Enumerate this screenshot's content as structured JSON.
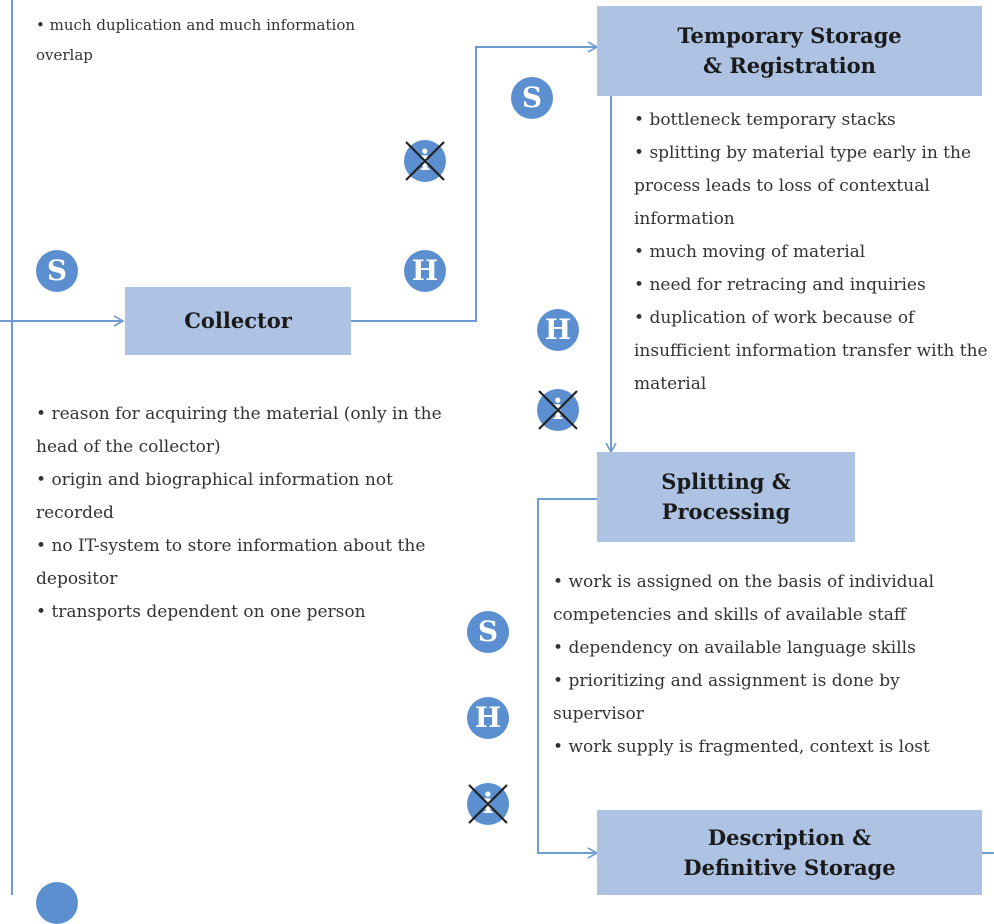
{
  "top_note": {
    "items": [
      "much duplication and much information overlap"
    ]
  },
  "stages": {
    "temporary_storage": {
      "lines": [
        "Temporary Storage",
        "& Registration"
      ]
    },
    "collector": {
      "lines": [
        "Collector"
      ]
    },
    "splitting": {
      "lines": [
        "Splitting &",
        "Processing"
      ]
    },
    "description": {
      "lines": [
        "Description &",
        "Definitive Storage"
      ]
    }
  },
  "notes": {
    "temporary_storage": [
      "bottleneck temporary stacks",
      "splitting by material type early in the process leads to loss of contextual information",
      "much moving of material",
      "need for retracing and inquiries",
      "duplication of work because of insufficient information transfer with the material"
    ],
    "collector": [
      "reason for acquiring the material (only in the head of the collector)",
      "origin and biographical information not recorded",
      "no IT-system to store information about the depositor",
      "transports dependent on one person"
    ],
    "splitting": [
      "work is assigned on the basis of individual competencies and skills of available staff",
      "dependency on available language skills",
      "prioritizing and assignment is done by supervisor",
      "work supply is fragmented, context is lost"
    ]
  },
  "badges": {
    "software": "S",
    "hardware": "H",
    "information": "i"
  },
  "colors": {
    "badge_fill": "#5b8fcf",
    "box_fill": "#aec3e3",
    "connector": "#6f9bd0",
    "cross": "#222222"
  }
}
